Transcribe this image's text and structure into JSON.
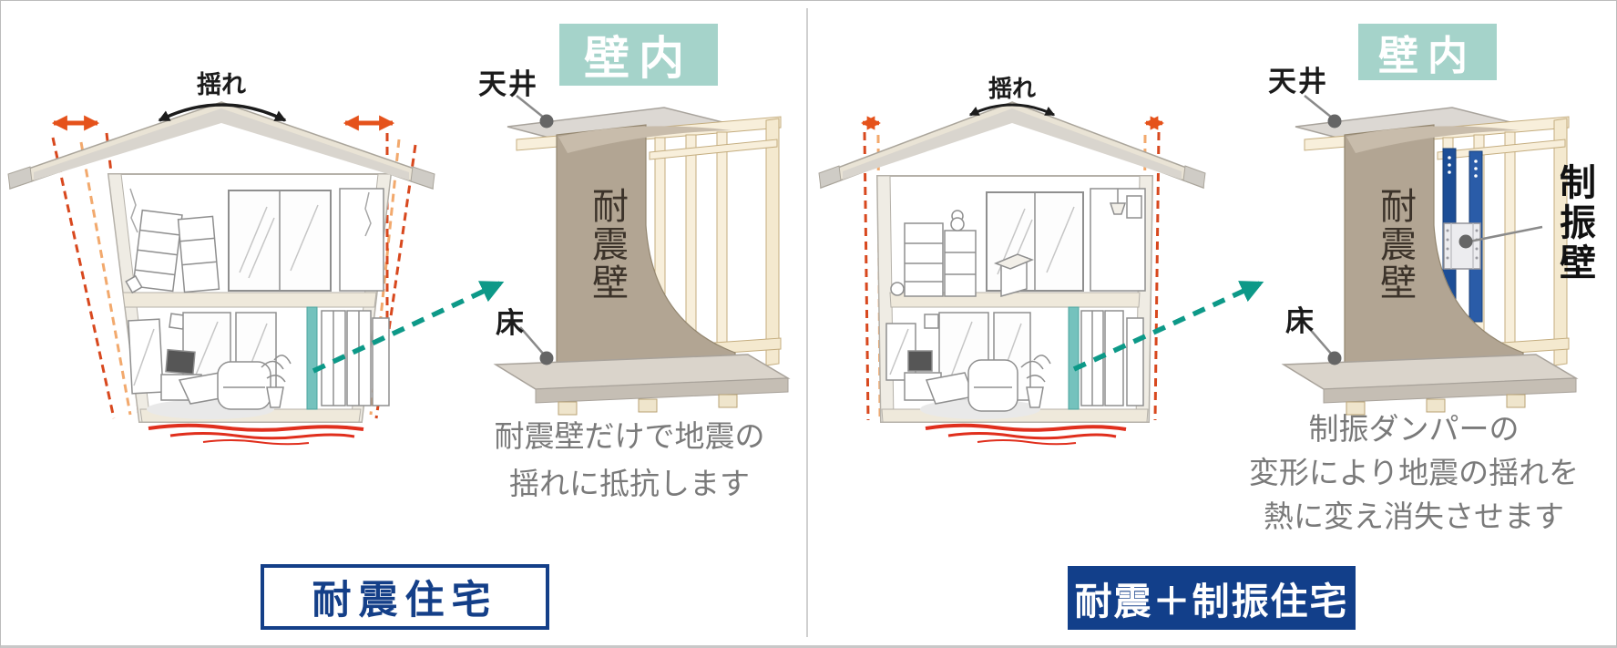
{
  "panels": {
    "left": {
      "shake_label": "揺れ",
      "wall_header": "壁内",
      "ceiling_label": "天井",
      "floor_label": "床",
      "wall_text": "耐震壁",
      "description_lines": [
        "耐震壁だけで地震の",
        "揺れに抵抗します"
      ],
      "caption": "耐震住宅"
    },
    "right": {
      "shake_label": "揺れ",
      "wall_header": "壁内",
      "ceiling_label": "天井",
      "floor_label": "床",
      "wall_text": "耐震壁",
      "damper_label": "制振壁",
      "description_lines": [
        "制振ダンパーの",
        "変形により地震の揺れを",
        "熱に変え消失させます"
      ],
      "caption": "耐震＋制振住宅"
    }
  },
  "colors": {
    "header_teal": "#a5d3ca",
    "arrow_teal": "#0d9988",
    "accent_orange": "#e5521b",
    "dash_red": "#d8481e",
    "dash_orange_light": "#f2a96d",
    "quake_red": "#e02f1d",
    "caption_blue": "#123f8a",
    "wall_taupe": "#b2a593",
    "wood_cream": "#f8efdb",
    "ceiling_gray": "#dcd8d3",
    "damper_blue": "#1d4e96",
    "shear_wall_teal": "#74c2bd",
    "description_gray": "#7a7a7a"
  }
}
